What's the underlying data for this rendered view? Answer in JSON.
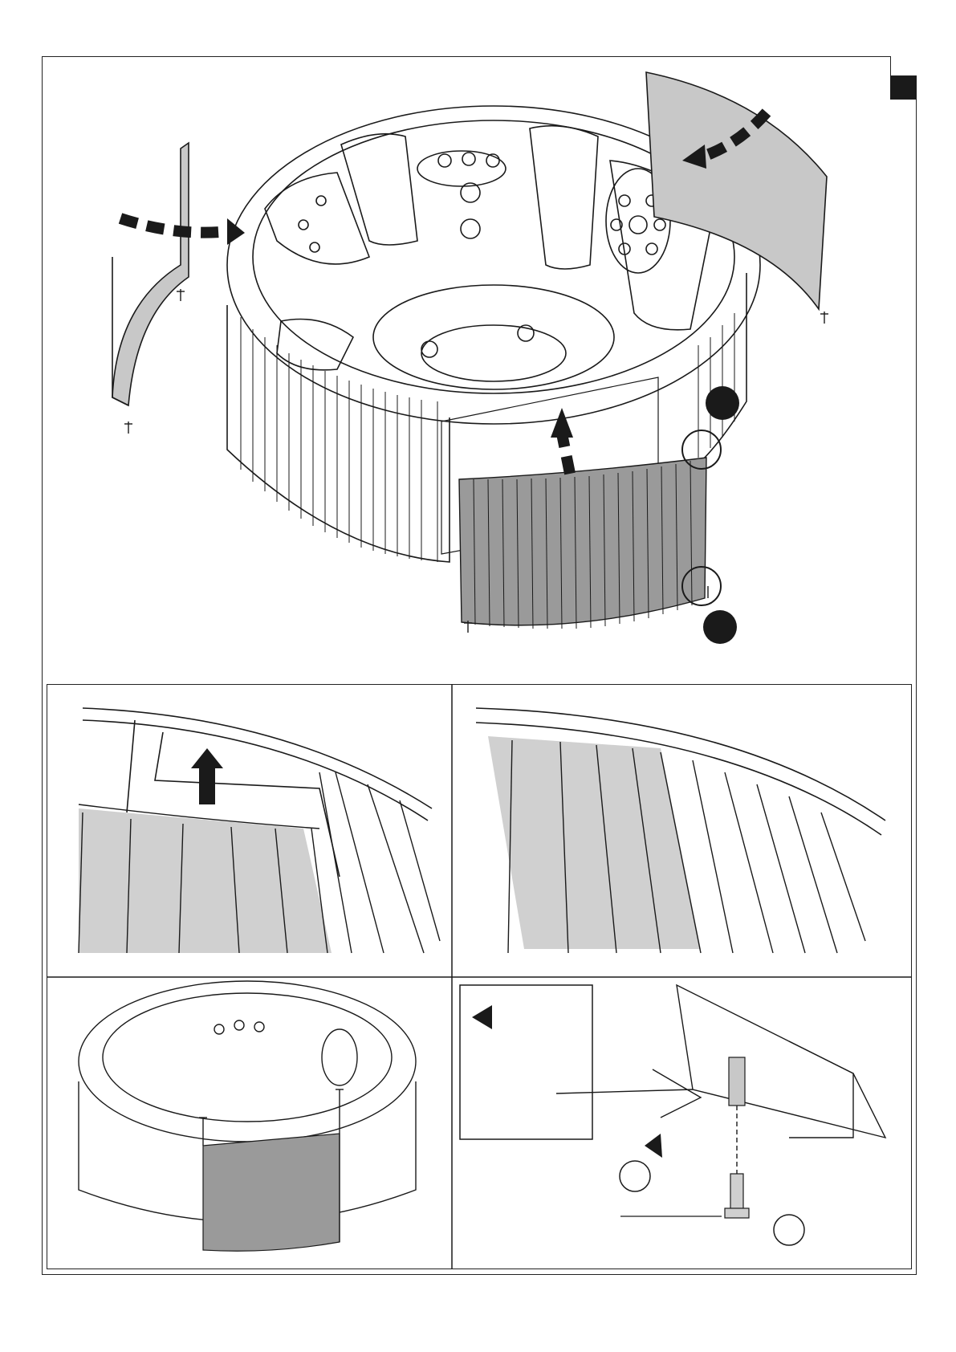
{
  "page": {
    "section_tab": {
      "color_top": "#ffffff",
      "color_bottom": "#1a1a1a"
    }
  },
  "figures": {
    "main": {
      "markers": [
        "filled-circle-top",
        "filled-circle-bottom"
      ],
      "arrows": 3
    },
    "panel_b_step": {
      "label_1": "",
      "label_2": ""
    }
  },
  "colors": {
    "ink": "#1a1a1a",
    "shade": "#c8c8c8",
    "panel_dark": "#9a9a9a"
  }
}
